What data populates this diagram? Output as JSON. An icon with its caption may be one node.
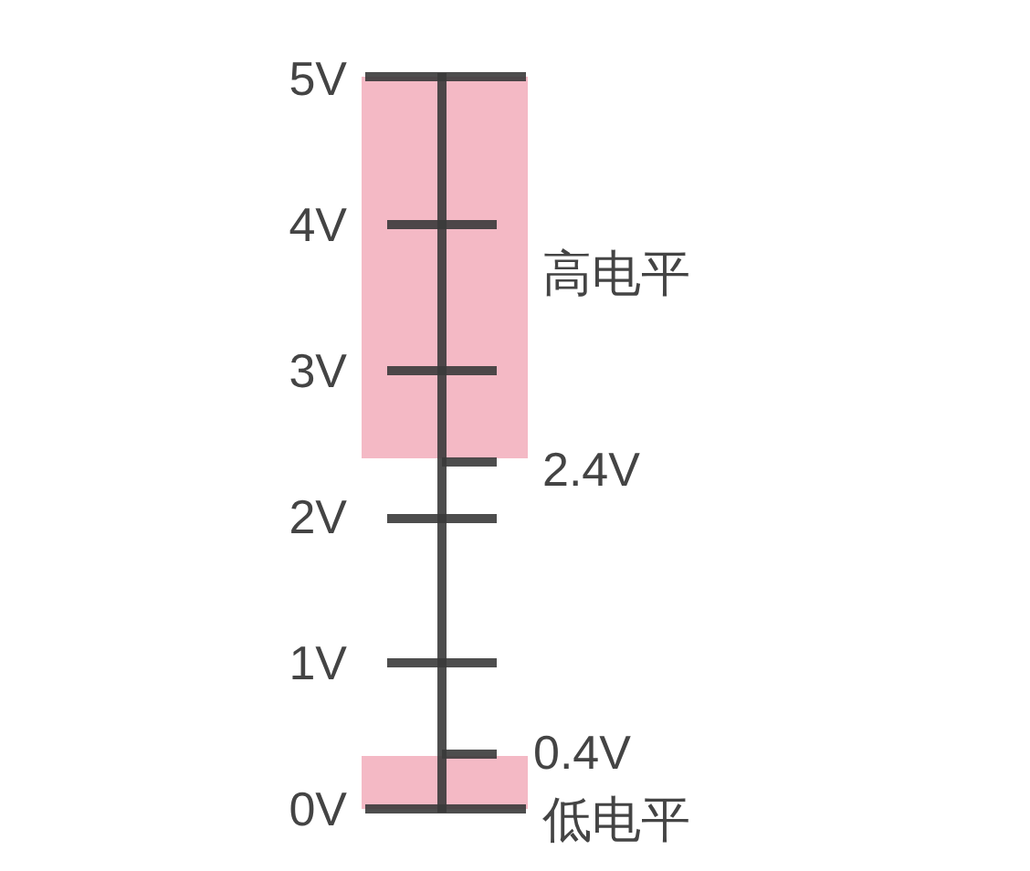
{
  "diagram": {
    "nodes": [
      {
        "text": [
          "高电平"
        ]
      },
      {
        "text": [
          "低电平"
        ]
      }
    ],
    "labels": [
      "5V",
      "4V",
      "3V",
      "2.4V",
      "2V",
      "1V",
      "0.4V",
      "0V"
    ]
  }
}
